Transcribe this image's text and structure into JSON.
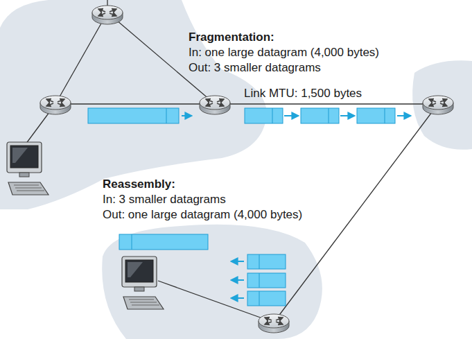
{
  "diagram": {
    "labels": [
      "Fragmentation:",
      "In: one large datagram (4,000 bytes)",
      "Out: 3 smaller datagrams",
      "Link MTU: 1,500 bytes",
      "Reassembly:",
      "In: 3 smaller datagrams",
      "Out: one large datagram (4,000 bytes)"
    ]
  }
}
